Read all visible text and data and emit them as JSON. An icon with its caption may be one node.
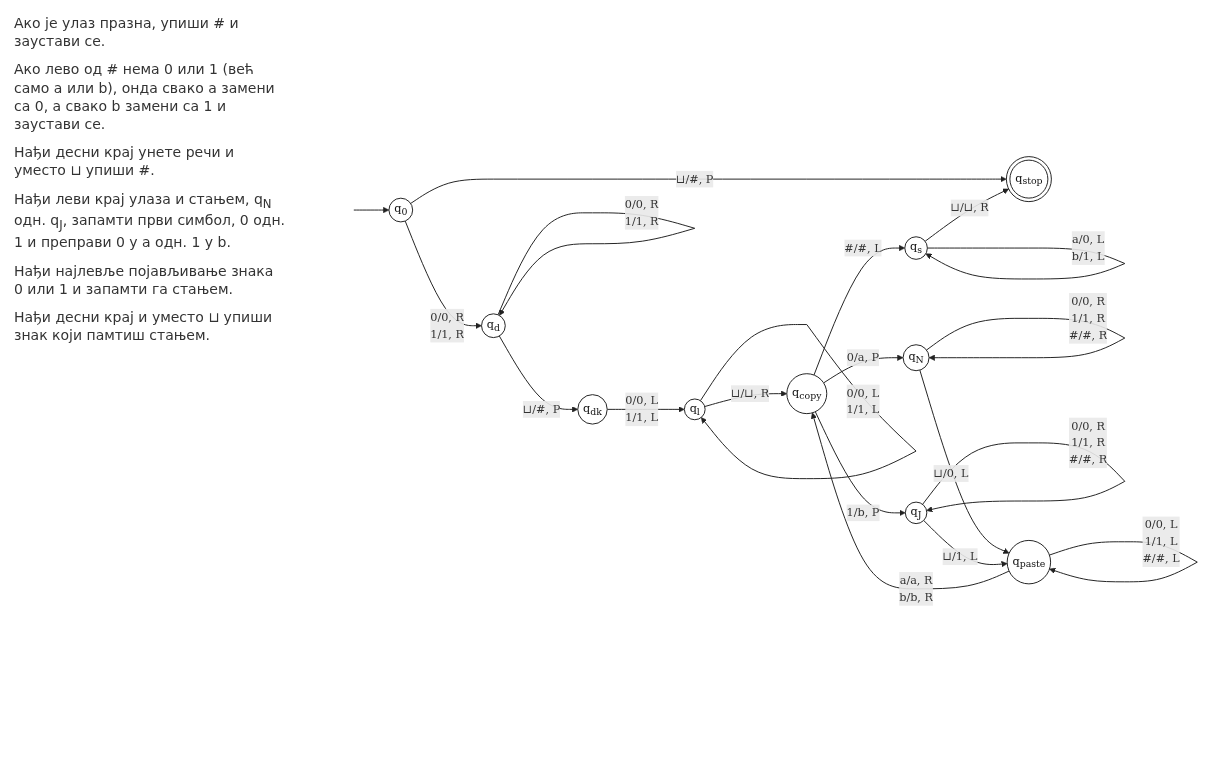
{
  "diagram": {
    "nodes": [
      {
        "text": [
          "q$_{0}$"
        ]
      },
      {
        "text": [
          "q$_{d}$"
        ]
      },
      {
        "text": [
          "q$_{dk}$"
        ]
      },
      {
        "text": [
          "q$_{l}$"
        ]
      },
      {
        "text": [
          "q$_{copy}$"
        ]
      },
      {
        "text": [
          "q$_{s}$"
        ]
      },
      {
        "text": [
          "q$_{stop}$"
        ]
      },
      {
        "text": [
          "q$_{N}$"
        ]
      },
      {
        "text": [
          "q$_{J}$"
        ]
      },
      {
        "text": [
          "q$_{paste}$"
        ]
      }
    ],
    "edges": [
      {
        "from": null,
        "to": 0,
        "arrow": "to"
      },
      {
        "from": 0,
        "to": 6,
        "arrow": "to",
        "label": "⊔/#, P"
      },
      {
        "from": 0,
        "to": 1,
        "arrow": "to",
        "label": "0/0, R 1/1, R"
      },
      {
        "from": 1,
        "to": 1,
        "arrow": "to",
        "label": "0/0, R 1/1, R"
      },
      {
        "from": 1,
        "to": 2,
        "arrow": "to",
        "label": "⊔/#, P"
      },
      {
        "from": 2,
        "to": 3,
        "arrow": "to",
        "label": "0/0, L 1/1, L"
      },
      {
        "from": 3,
        "to": 3,
        "arrow": "to",
        "label": "0/0, L 1/1, L"
      },
      {
        "from": 3,
        "to": 4,
        "arrow": "to",
        "label": "⊔/⊔, R"
      },
      {
        "from": 4,
        "to": 5,
        "arrow": "to",
        "label": "#/#, L"
      },
      {
        "from": 5,
        "to": 5,
        "arrow": "to",
        "label": "a/0, L b/1, L"
      },
      {
        "from": 5,
        "to": 6,
        "arrow": "to",
        "label": "⊔/⊔, R"
      },
      {
        "from": 4,
        "to": 7,
        "arrow": "to",
        "label": "0/a, P"
      },
      {
        "from": 4,
        "to": 8,
        "arrow": "to",
        "label": "1/b, P"
      },
      {
        "from": 7,
        "to": 7,
        "arrow": "to",
        "label": "0/0, R 1/1, R #/#, R"
      },
      {
        "from": 8,
        "to": 8,
        "arrow": "to",
        "label": "0/0, R 1/1, R #/#, R"
      },
      {
        "from": 7,
        "to": 9,
        "arrow": "to",
        "label": "⊔/0, L"
      },
      {
        "from": 8,
        "to": 9,
        "arrow": "to",
        "label": "⊔/1, L"
      },
      {
        "from": 9,
        "to": 9,
        "arrow": "to",
        "label": "0/0, L 1/1, L #/#, L"
      },
      {
        "from": 9,
        "to": 4,
        "arrow": "to",
        "label": "a/a, R b/b, R"
      }
    ],
    "labels": [
      "Ако је улаз празна, упиши # и заустави се.",
      "Ако лево од # нема 0 или 1 (већ само a или b), онда свако a замени са 0, а свако b замени са 1 и заустави се.",
      "Нађи десни крај унете речи и уместо ⊔ упиши #.",
      "Нађи леви крај улаза и стањем, q$_{N}$ одн. q$_{J}$, запамти први симбол, 0 одн. 1 и преправи 0 у a одн. 1 у b.",
      "Нађи најлевље појављивање знака 0 или 1 и запамти га стањем.",
      "Нађи десни крај и уместо ⊔ упиши знак који памтиш стањем."
    ]
  }
}
